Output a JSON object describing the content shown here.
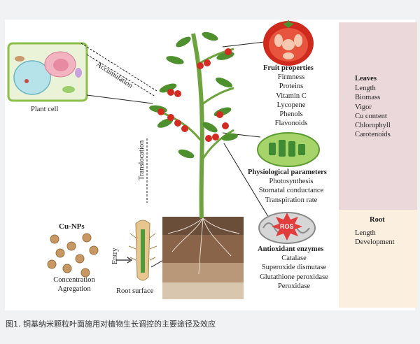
{
  "plant_cell": {
    "label": "Plant cell"
  },
  "accumulation": {
    "label": "Accumulation"
  },
  "translocation": {
    "label": "Translocation"
  },
  "entry": {
    "label": "Entry"
  },
  "root_surface": {
    "label": "Root surface"
  },
  "cu_nps": {
    "title": "Cu-NPs",
    "lines": [
      "Concentration",
      "Agregation"
    ]
  },
  "fruit": {
    "title": "Fruit properties",
    "items": [
      "Firmness",
      "Proteins",
      "Vitamin C",
      "Lycopene",
      "Phenols",
      "Flavonoids"
    ]
  },
  "physiological": {
    "title": "Physiological parameters",
    "items": [
      "Photosynthesis",
      "Stomatal conductance",
      "Transpiration rate"
    ]
  },
  "antioxidant": {
    "title": "Antioxidant enzymes",
    "badge": "ROS",
    "items": [
      "Catalase",
      "Superoxide dismutase",
      "Glutathione peroxidase",
      "Peroxidase"
    ]
  },
  "leaves": {
    "title": "Leaves",
    "items": [
      "Length",
      "Biomass",
      "Vigor",
      "Cu content",
      "Chlorophyll",
      "Carotenoids"
    ],
    "color": "#ead8db"
  },
  "root": {
    "title": "Root",
    "items": [
      "Length",
      "Development"
    ],
    "color": "#fbefe0"
  },
  "caption": {
    "text": "图1. 铜基纳米颗粒叶面施用对植物生长调控的主要途径及效应"
  }
}
